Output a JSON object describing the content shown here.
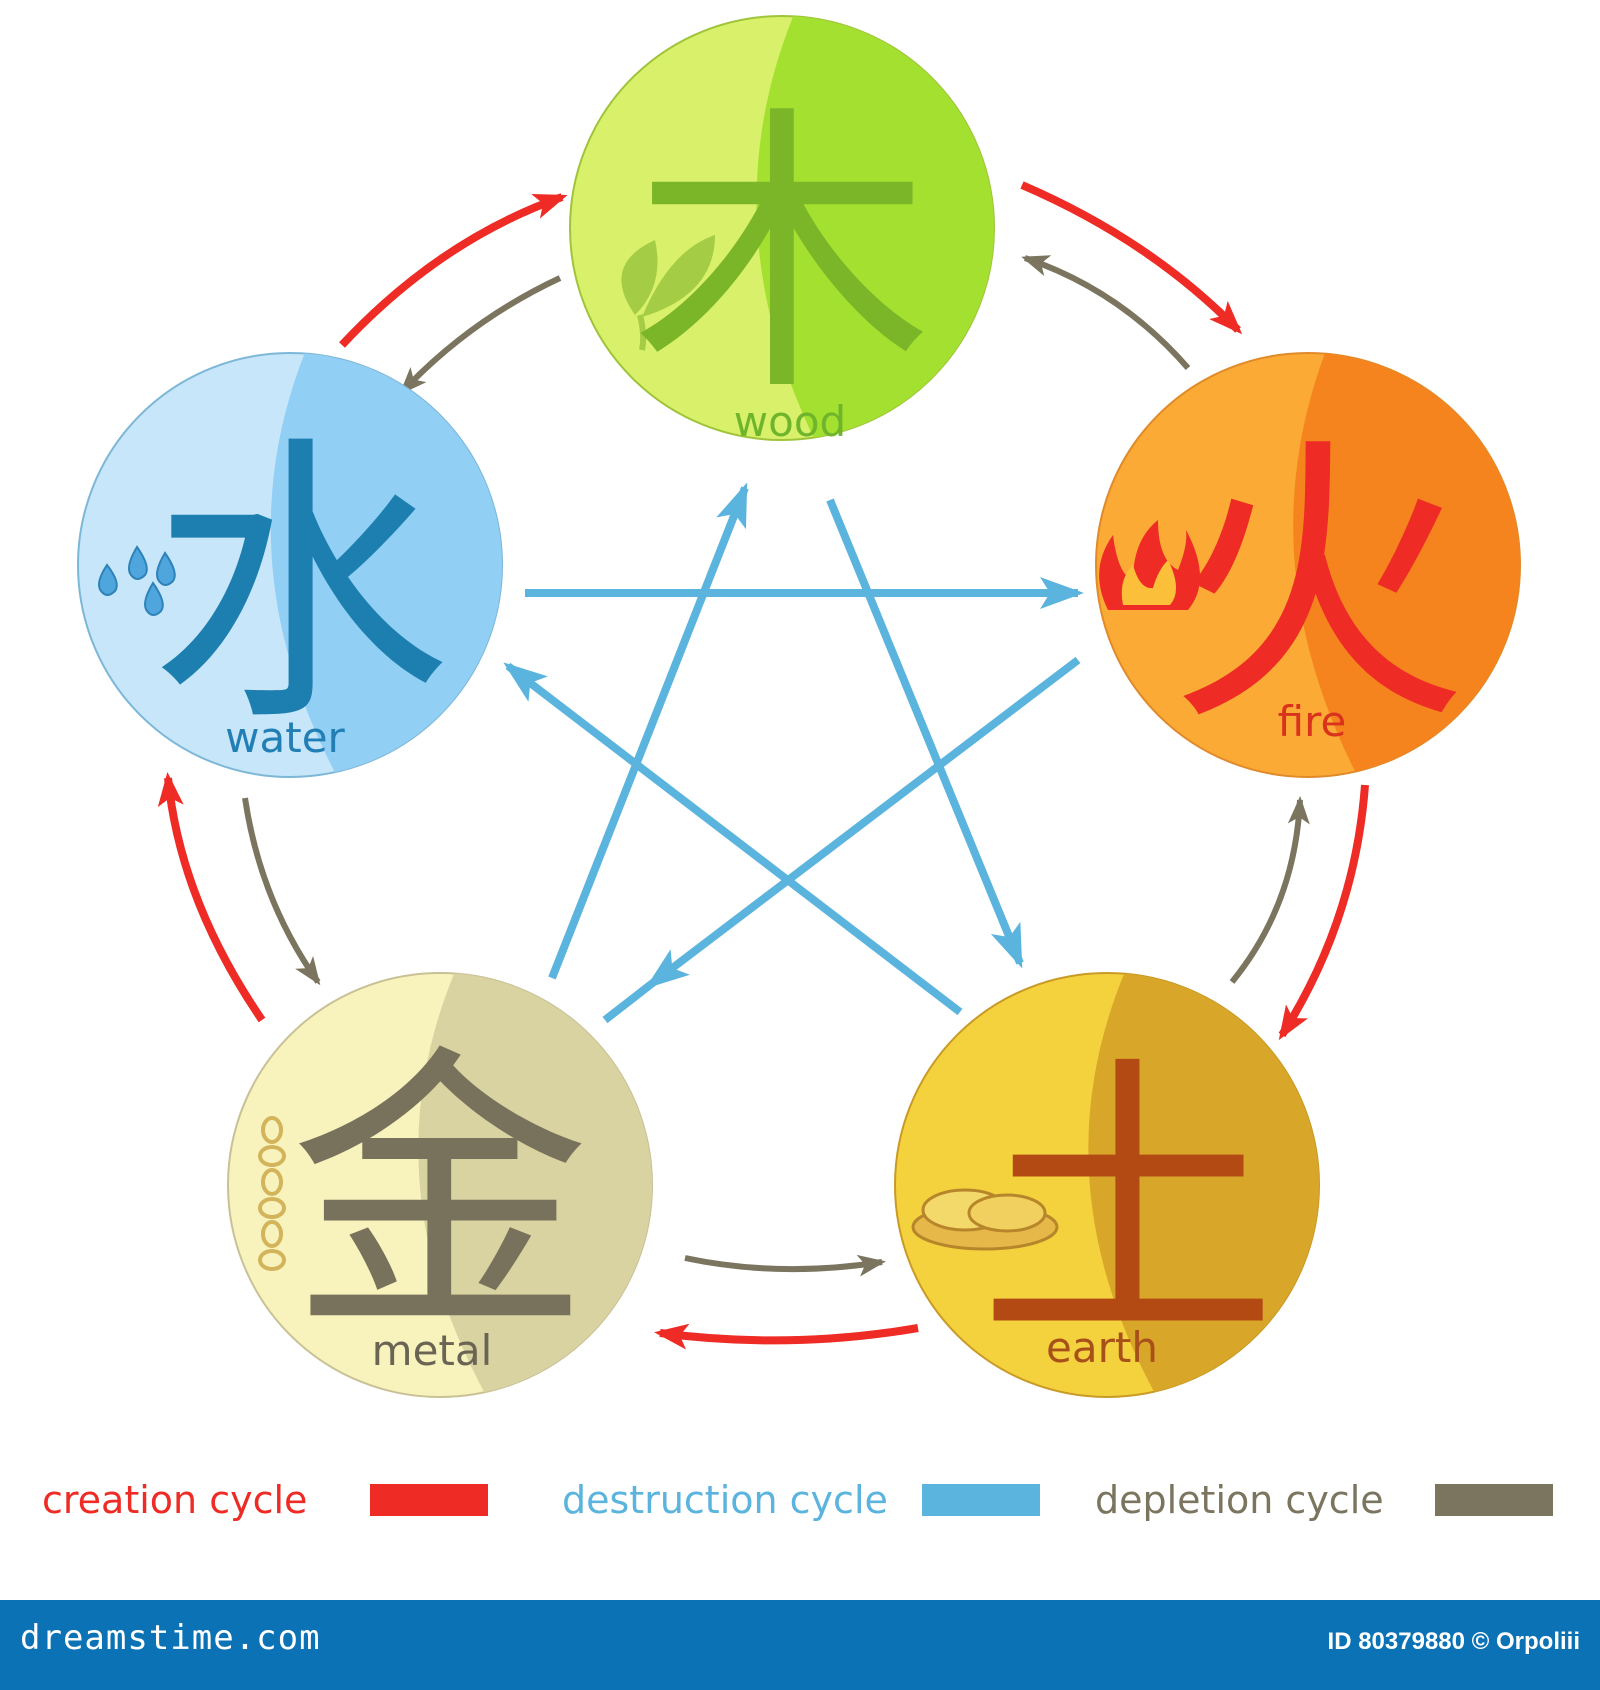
{
  "colors": {
    "creation": "#ee2b24",
    "destruction": "#5ab4de",
    "depletion": "#7b755f"
  },
  "elements": [
    {
      "id": "wood",
      "character": "木",
      "label": "wood",
      "fill_light": "#d9f06a",
      "fill_dark": "#a3e030",
      "char_color": "#7ab628",
      "label_color": "#6fb52c",
      "icon": "sprout-icon"
    },
    {
      "id": "fire",
      "character": "火",
      "label": "fire",
      "fill_light": "#fbab35",
      "fill_dark": "#f5841f",
      "char_color": "#ee2b24",
      "label_color": "#d9321d",
      "icon": "flame-icon"
    },
    {
      "id": "earth",
      "character": "土",
      "label": "earth",
      "fill_light": "#f4d23e",
      "fill_dark": "#d8a628",
      "char_color": "#b34a13",
      "label_color": "#a8501a",
      "icon": "bread-icon"
    },
    {
      "id": "metal",
      "character": "金",
      "label": "metal",
      "fill_light": "#f8f3bc",
      "fill_dark": "#d9d2a1",
      "char_color": "#78725c",
      "label_color": "#6a6454",
      "icon": "chain-icon"
    },
    {
      "id": "water",
      "character": "水",
      "label": "water",
      "fill_light": "#c7e6fa",
      "fill_dark": "#91cff5",
      "char_color": "#1c7fb0",
      "label_color": "#227fb5",
      "icon": "droplets-icon"
    }
  ],
  "legend": [
    {
      "label": "creation cycle",
      "color": "#ee2b24"
    },
    {
      "label": "destruction cycle",
      "color": "#5ab4de"
    },
    {
      "label": "depletion cycle",
      "color": "#7b755f"
    }
  ],
  "footer": {
    "brand": "dreamstime.com",
    "credit": "ID 80379880 © Orpoliii"
  }
}
